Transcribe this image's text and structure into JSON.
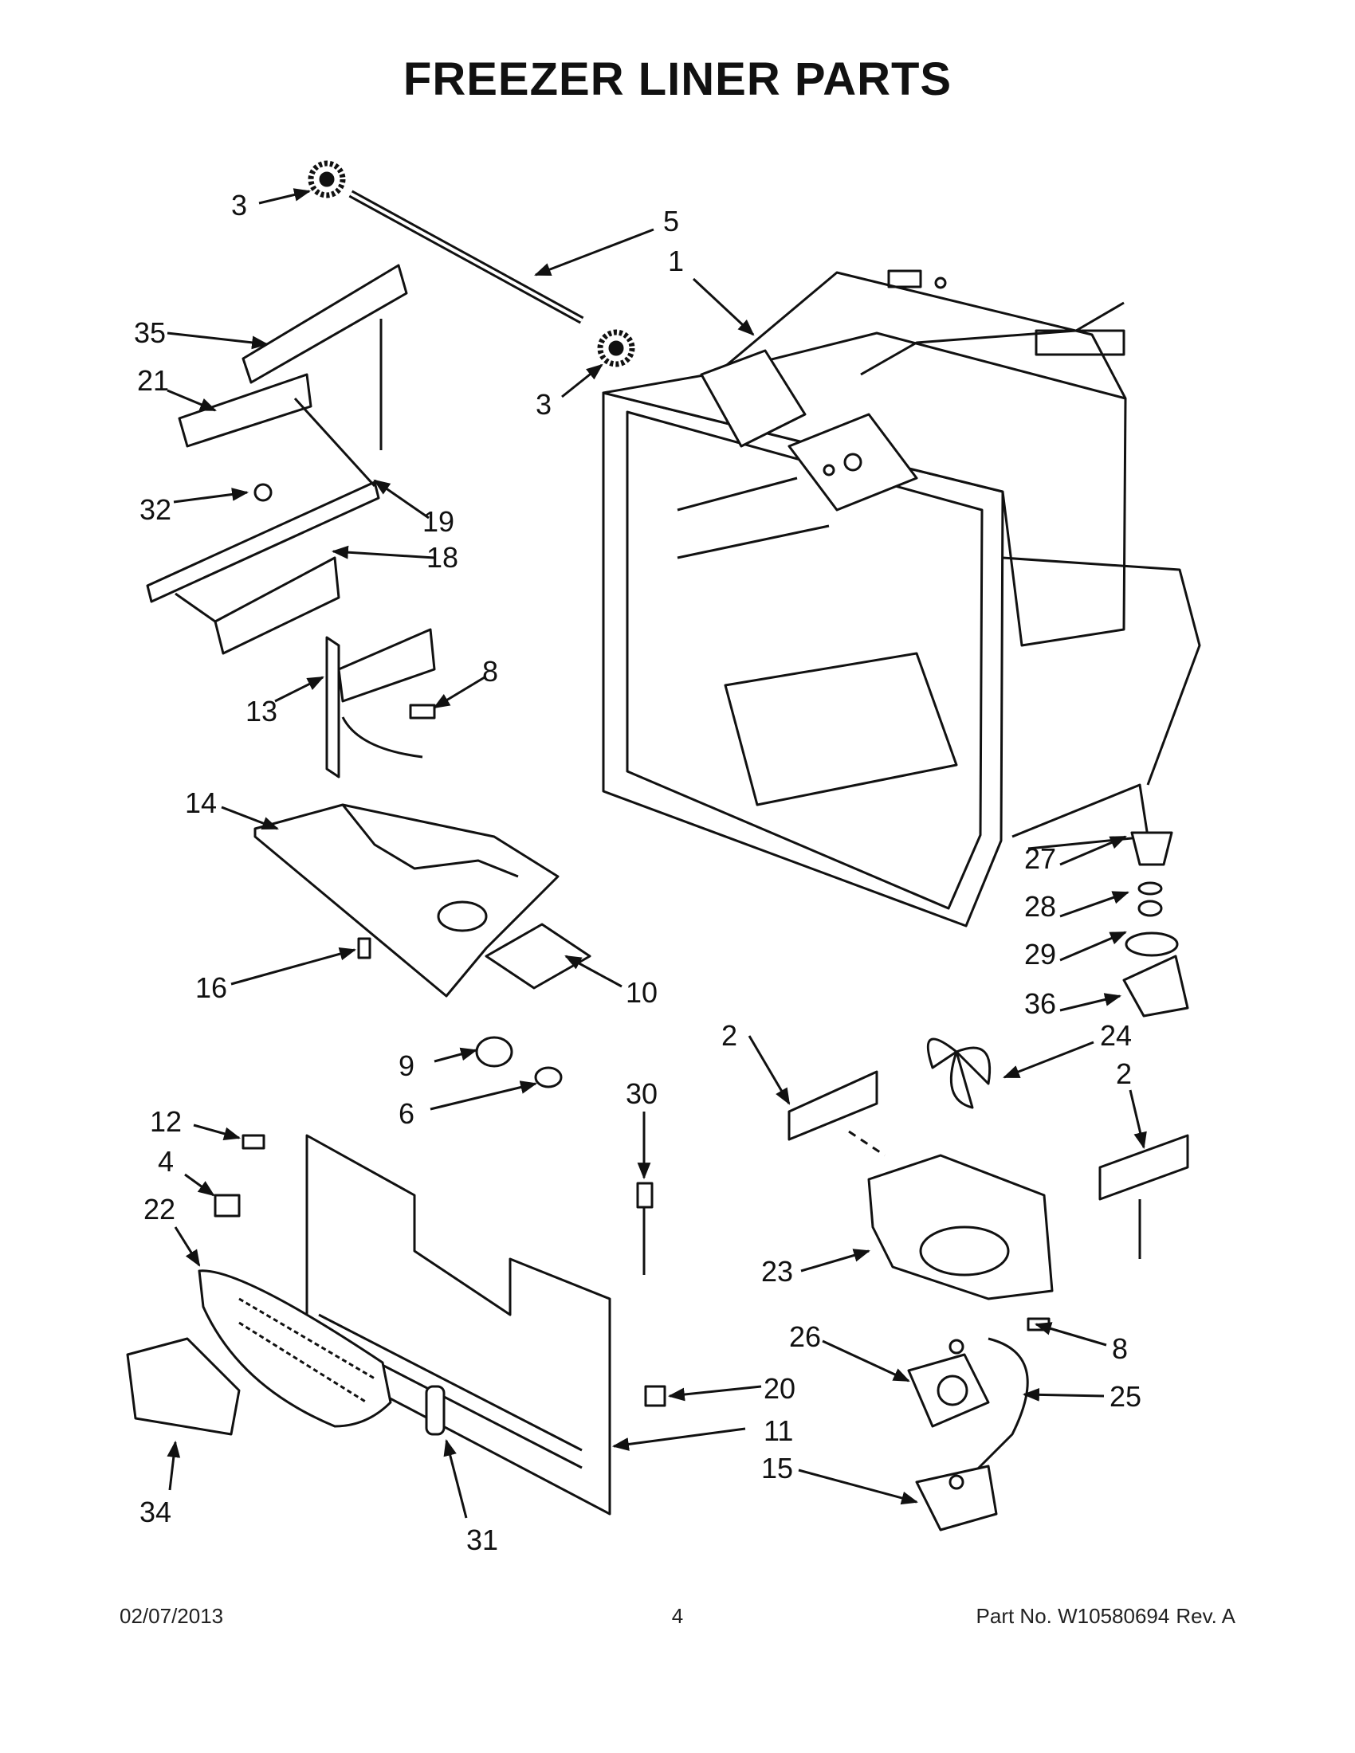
{
  "title": "FREEZER LINER PARTS",
  "labels": {
    "l1": "1",
    "l2a": "2",
    "l2b": "2",
    "l3a": "3",
    "l3b": "3",
    "l4": "4",
    "l5": "5",
    "l6": "6",
    "l8a": "8",
    "l8b": "8",
    "l9": "9",
    "l10": "10",
    "l11": "11",
    "l12": "12",
    "l13": "13",
    "l14": "14",
    "l15": "15",
    "l16": "16",
    "l18": "18",
    "l19": "19",
    "l20": "20",
    "l21": "21",
    "l22": "22",
    "l23": "23",
    "l24": "24",
    "l25": "25",
    "l26": "26",
    "l27": "27",
    "l28": "28",
    "l29": "29",
    "l30": "30",
    "l31": "31",
    "l32": "32",
    "l34": "34",
    "l35": "35",
    "l36": "36"
  },
  "footer": {
    "date": "02/07/2013",
    "page": "4",
    "part_no": "Part No.  W10580694",
    "rev": "Rev.  A"
  }
}
